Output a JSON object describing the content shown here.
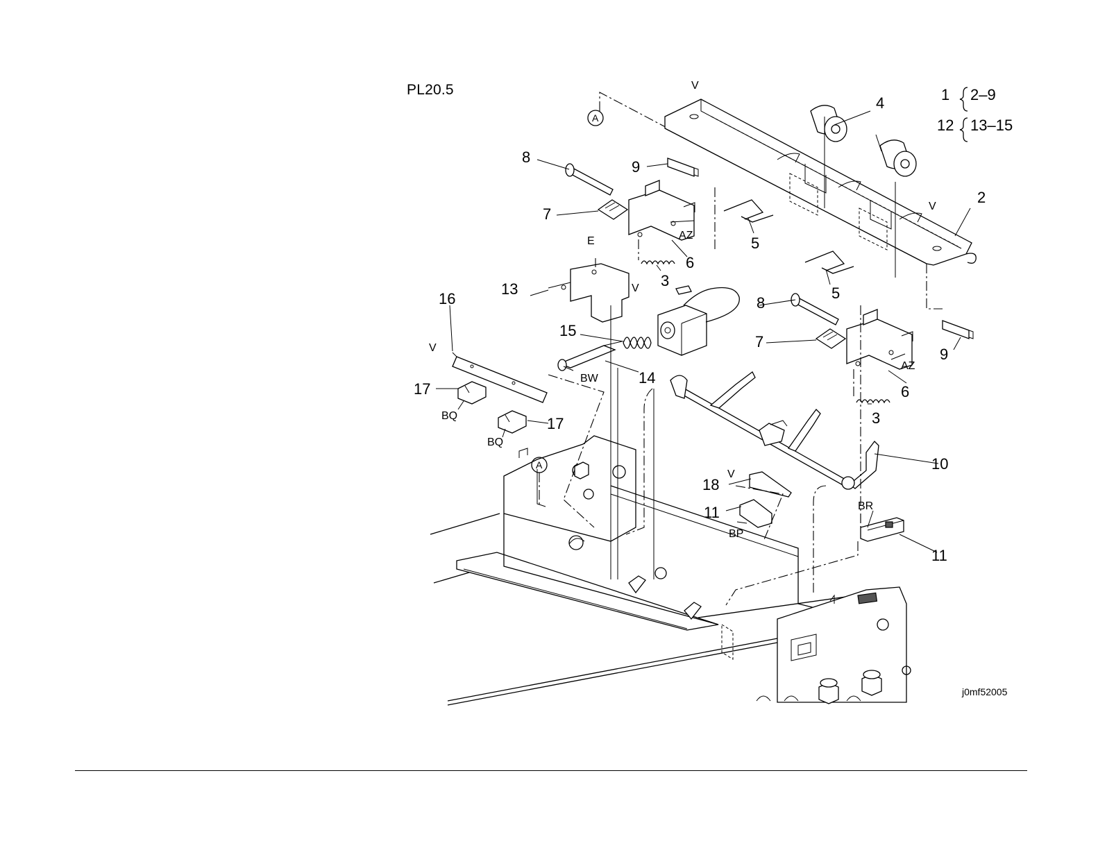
{
  "plate": {
    "title": "PL20.5",
    "drawing_id": "j0mf52005"
  },
  "groups": [
    {
      "parent": "1",
      "range": "2–9"
    },
    {
      "parent": "12",
      "range": "13–15"
    }
  ],
  "callouts": {
    "c2": "2",
    "c3a": "3",
    "c3b": "3",
    "c4": "4",
    "c5a": "5",
    "c5b": "5",
    "c6a": "6",
    "c6b": "6",
    "c7a": "7",
    "c7b": "7",
    "c8a": "8",
    "c8b": "8",
    "c9a": "9",
    "c9b": "9",
    "c10": "10",
    "c11a": "11",
    "c11b": "11",
    "c13": "13",
    "c14": "14",
    "c15": "15",
    "c16": "16",
    "c17a": "17",
    "c17b": "17",
    "c18": "18"
  },
  "codes": {
    "vTop": "V",
    "vRight": "V",
    "vMid": "V",
    "vLeft": "V",
    "vSensor": "V",
    "e": "E",
    "azA": "AZ",
    "azB": "AZ",
    "bw": "BW",
    "bqA": "BQ",
    "bqB": "BQ",
    "bp": "BP",
    "br": "BR"
  },
  "refs": {
    "aTop": "A",
    "aMid": "A"
  }
}
